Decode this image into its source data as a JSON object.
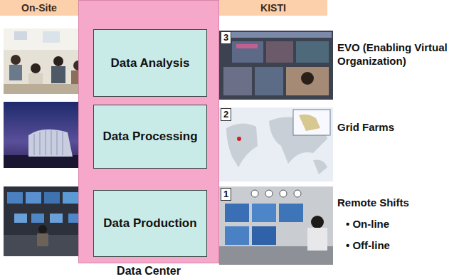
{
  "diagram": {
    "nodes": [
      {
        "text": [
          "On-Site"
        ]
      },
      {
        "text": [
          "Data Center"
        ]
      },
      {
        "text": [
          "Data Analysis"
        ],
        "in": 1
      },
      {
        "text": [
          "Data Processing"
        ],
        "in": 1
      },
      {
        "text": [
          "Data Production"
        ],
        "in": 1
      },
      {
        "text": [
          "KISTI"
        ]
      }
    ],
    "edges": [
      {
        "from": 2,
        "to": 3,
        "arrow": "both"
      },
      {
        "from": 3,
        "to": 4,
        "arrow": "both"
      }
    ],
    "labels": [
      "3",
      "2",
      "1",
      "EVO (Enabling Virtual Organization)",
      "Grid Farms",
      "Remote Shifts",
      "• On-line",
      "• Off-line"
    ]
  }
}
